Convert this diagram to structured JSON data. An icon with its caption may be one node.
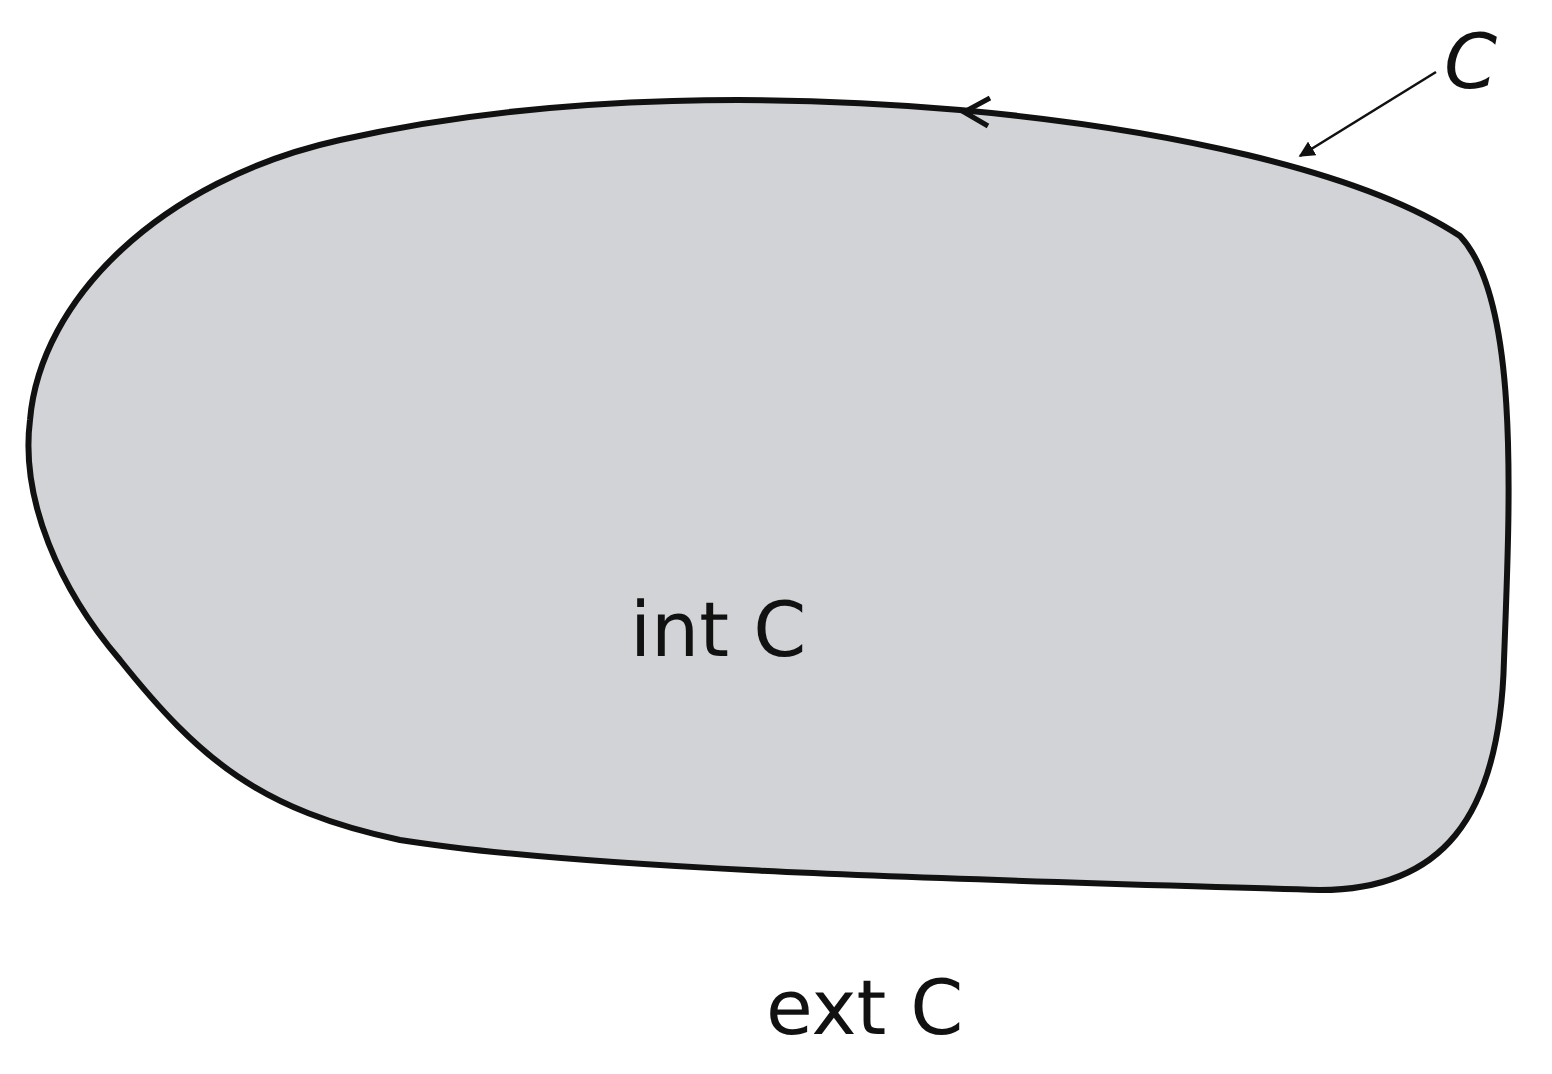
{
  "diagram": {
    "nodes": [
      {
        "text": [
          "int C"
        ]
      },
      {
        "text": [
          "C"
        ]
      }
    ],
    "edges": [
      {
        "from": 1,
        "to": 0,
        "arrow": "to"
      }
    ],
    "labels": [
      "ext C"
    ]
  }
}
